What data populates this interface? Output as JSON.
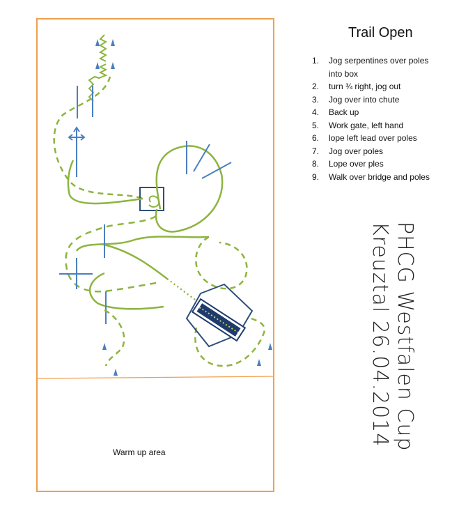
{
  "title": "Trail Open",
  "steps": [
    {
      "num": "1.",
      "text": "Jog serpentines over poles into box"
    },
    {
      "num": "2.",
      "text": "turn ¾ right, jog out"
    },
    {
      "num": "3.",
      "text": "Jog over into chute"
    },
    {
      "num": "4.",
      "text": "Back up"
    },
    {
      "num": "5.",
      "text": "Work gate, left hand"
    },
    {
      "num": "6.",
      "text": "lope left lead over poles"
    },
    {
      "num": "7.",
      "text": "Jog over poles"
    },
    {
      "num": "8.",
      "text": "Lope over ples"
    },
    {
      "num": "9.",
      "text": "Walk over bridge and poles"
    }
  ],
  "warmup_label": "Warm up area",
  "handwriting": {
    "line1": "PHCG Westfalen Cup",
    "line2": "Kreuztal 26.04.2014"
  },
  "colors": {
    "arena_border": "#f0a050",
    "path": "#8db43f",
    "pole": "#4a7fc0",
    "box": "#2f4f7a",
    "bridge": "#1f3b6e",
    "cone": "#4a7fc0"
  }
}
